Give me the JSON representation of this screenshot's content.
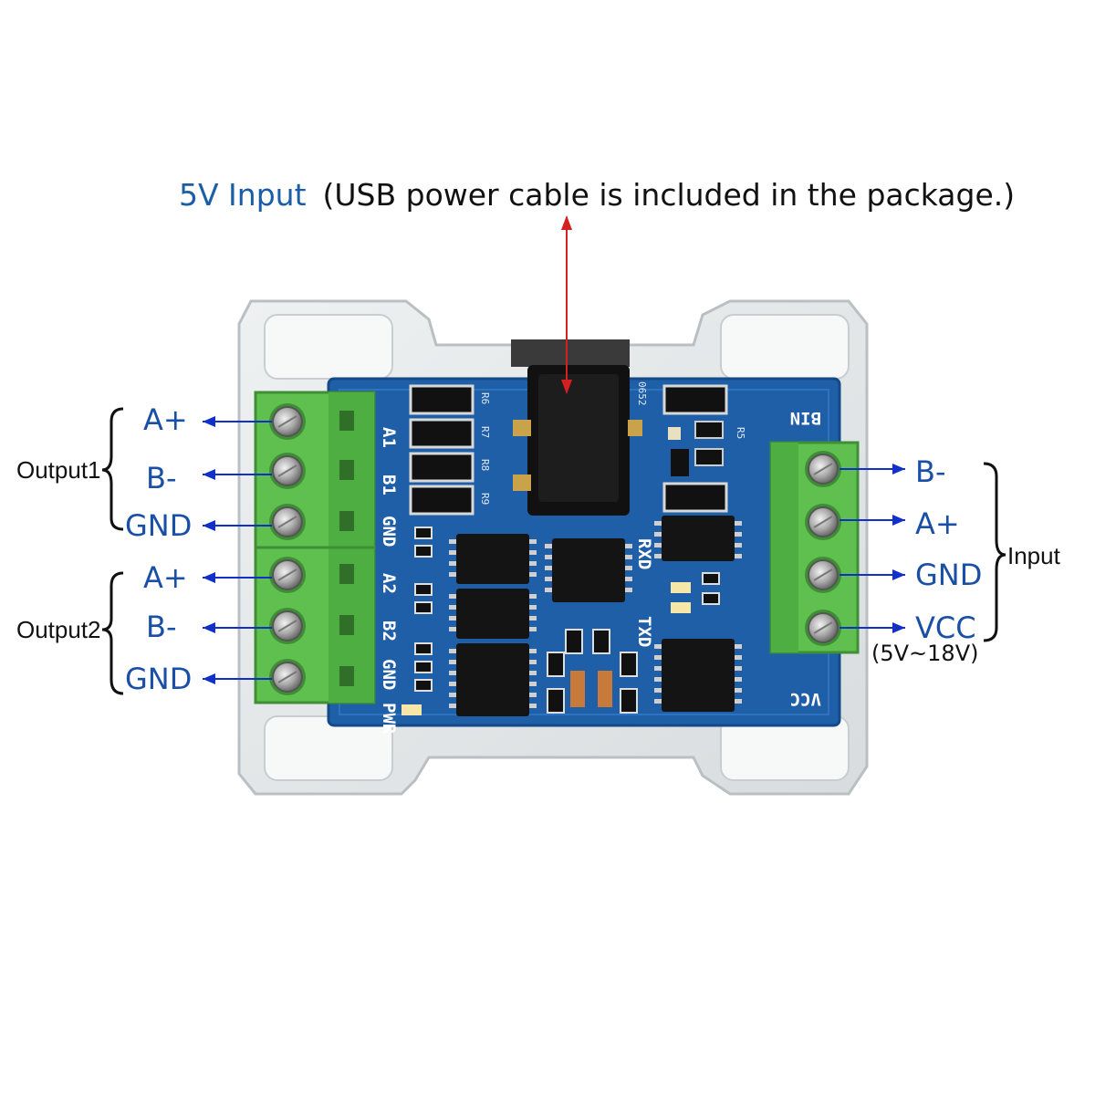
{
  "header": {
    "accent": "5V Input",
    "note": "(USB power cable is included in the package.)"
  },
  "outputs": [
    {
      "label": "Output1",
      "pins": [
        "A+",
        "B-",
        "GND"
      ]
    },
    {
      "label": "Output2",
      "pins": [
        "A+",
        "B-",
        "GND"
      ]
    }
  ],
  "input": {
    "label": "Input",
    "pins": [
      "B-",
      "A+",
      "GND",
      "VCC"
    ],
    "vcc_range": "(5V~18V)"
  },
  "silkscreen": {
    "left": [
      "A1",
      "B1",
      "GND",
      "A2",
      "B2",
      "GND",
      "PWR"
    ],
    "center": [
      "RXD",
      "TXD"
    ],
    "right": [
      "BIN",
      "VCC"
    ],
    "resistors": [
      "R6",
      "R7",
      "R8",
      "R9",
      "R5"
    ],
    "chip": "0652"
  },
  "colors": {
    "accent": "#1a5ea8",
    "pin_label": "#1a4fa6",
    "arrow": "#1030c8",
    "power_arrow": "#d42020",
    "pcb": "#1f5fa8",
    "terminal": "#5fbf4f"
  }
}
